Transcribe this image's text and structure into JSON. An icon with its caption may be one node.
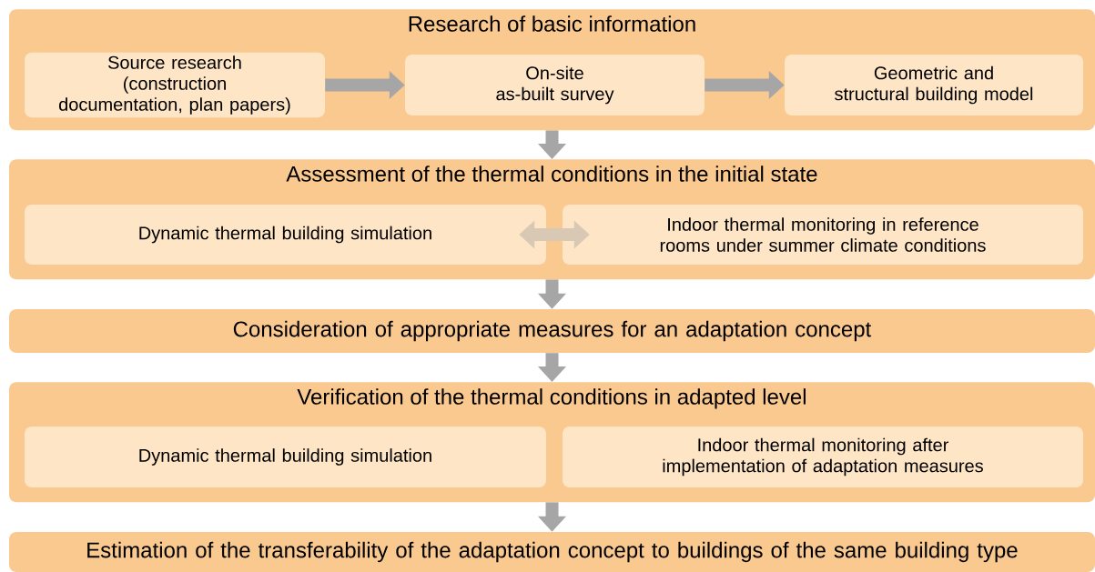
{
  "diagram": {
    "nodes": [
      {
        "text": [
          "Research of basic information"
        ]
      },
      {
        "text": [
          "Source research (construction documentation, plan papers)"
        ],
        "in": 0
      },
      {
        "text": [
          "On-site as-built survey"
        ],
        "in": 0
      },
      {
        "text": [
          "Geometric and structural building model"
        ],
        "in": 0
      },
      {
        "text": [
          "Assessment of the thermal conditions in the initial state"
        ]
      },
      {
        "text": [
          "Dynamic thermal building simulation"
        ],
        "in": 4
      },
      {
        "text": [
          "Indoor thermal monitoring in reference rooms under summer climate conditions"
        ],
        "in": 4
      },
      {
        "text": [
          "Consideration of appropriate measures for an adaptation concept"
        ]
      },
      {
        "text": [
          "Verification of the thermal conditions in adapted level"
        ]
      },
      {
        "text": [
          "Dynamic thermal building simulation"
        ],
        "in": 8
      },
      {
        "text": [
          "Indoor thermal monitoring after implementation of adaptation measures"
        ],
        "in": 8
      },
      {
        "text": [
          "Estimation of the transferability of the adaptation concept to buildings of the same building type"
        ]
      }
    ],
    "edges": [
      {
        "from": 1,
        "to": 2,
        "arrow": "to"
      },
      {
        "from": 2,
        "to": 3,
        "arrow": "to"
      },
      {
        "from": 0,
        "to": 4,
        "arrow": "to"
      },
      {
        "from": 5,
        "to": 6,
        "arrow": "both",
        "color": "#d9c9b4"
      },
      {
        "from": 4,
        "to": 7,
        "arrow": "to"
      },
      {
        "from": 7,
        "to": 8,
        "arrow": "to"
      },
      {
        "from": 8,
        "to": 11,
        "arrow": "to"
      }
    ]
  }
}
